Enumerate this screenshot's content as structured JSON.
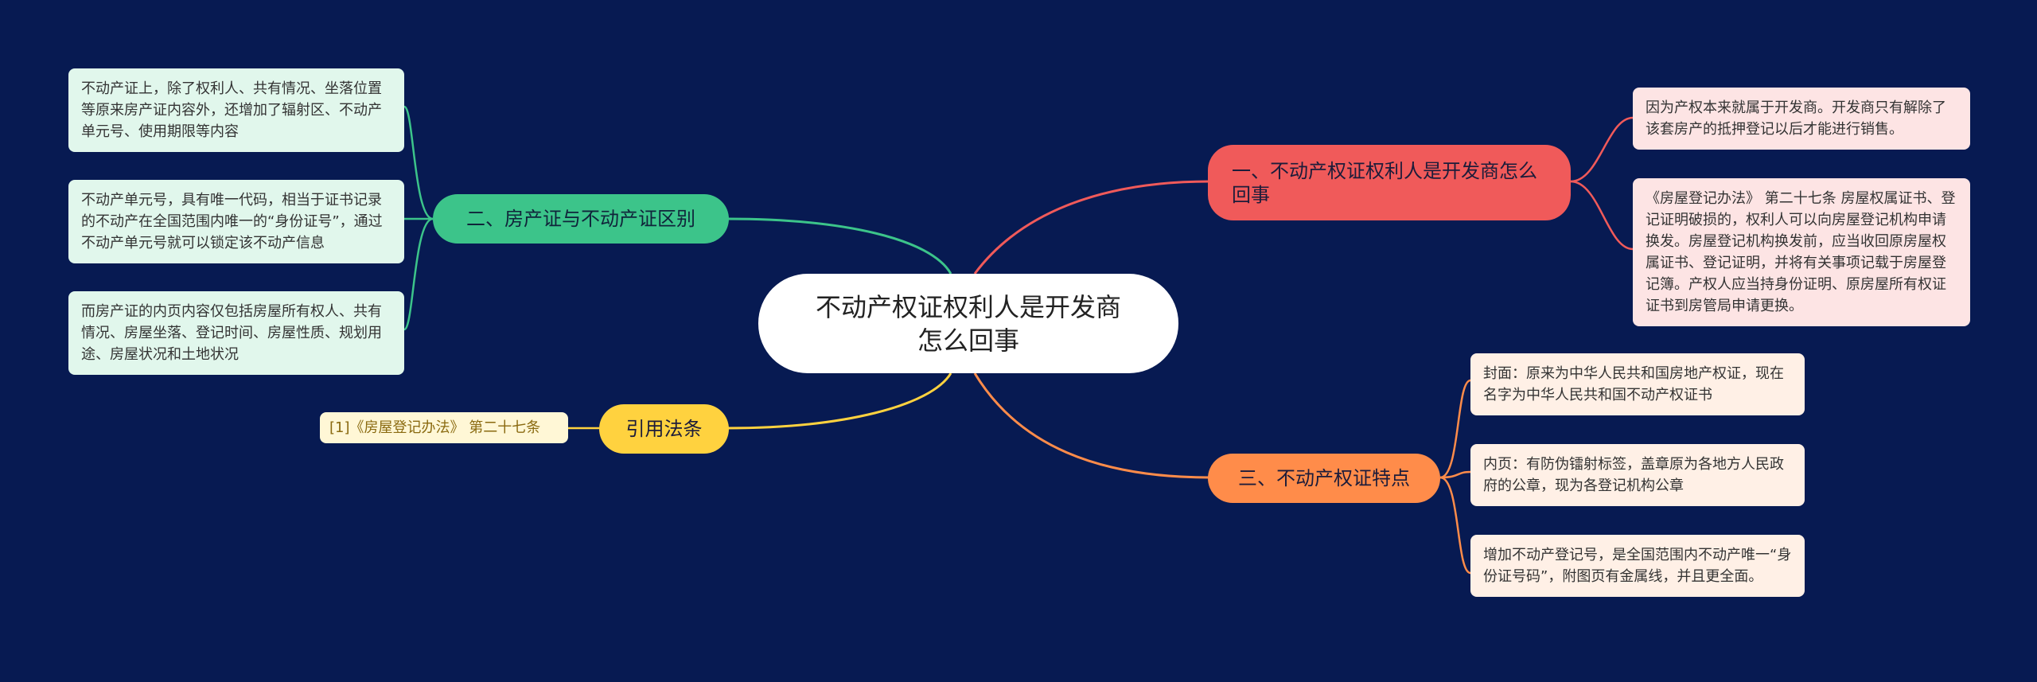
{
  "central": "不动产权证权利人是开发商怎么回事",
  "branches": {
    "b1": {
      "label": "一、不动产权证权利人是开发商怎么回事",
      "children": [
        "因为产权本来就属于开发商。开发商只有解除了该套房产的抵押登记以后才能进行销售。",
        "《房屋登记办法》 第二十七条 房屋权属证书、登记证明破损的，权利人可以向房屋登记机构申请换发。房屋登记机构换发前，应当收回原房屋权属证书、登记证明，并将有关事项记载于房屋登记簿。产权人应当持身份证明、原房屋所有权证证书到房管局申请更换。"
      ]
    },
    "b2": {
      "label": "二、房产证与不动产证区别",
      "children": [
        "不动产证上，除了权利人、共有情况、坐落位置等原来房产证内容外，还增加了辐射区、不动产单元号、使用期限等内容",
        "不动产单元号，具有唯一代码，相当于证书记录的不动产在全国范围内唯一的“身份证号”，通过不动产单元号就可以锁定该不动产信息",
        "而房产证的内页内容仅包括房屋所有权人、共有情况、房屋坐落、登记时间、房屋性质、规划用途、房屋状况和土地状况"
      ]
    },
    "b3": {
      "label": "三、不动产权证特点",
      "children": [
        "封面：原来为中华人民共和国房地产权证，现在名字为中华人民共和国不动产权证书",
        "内页：有防伪镭射标签，盖章原为各地方人民政府的公章，现为各登记机构公章",
        "增加不动产登记号，是全国范围内不动产唯一“身份证号码”，附图页有金属线，并且更全面。"
      ]
    },
    "b4": {
      "label": "引用法条",
      "children": [
        "[1]《房屋登记办法》 第二十七条"
      ]
    }
  },
  "colors": {
    "background": "#071a52",
    "b1": "#f05a5a",
    "b2": "#3cc48a",
    "b3": "#ff8c4a",
    "b4": "#ffd23f"
  }
}
